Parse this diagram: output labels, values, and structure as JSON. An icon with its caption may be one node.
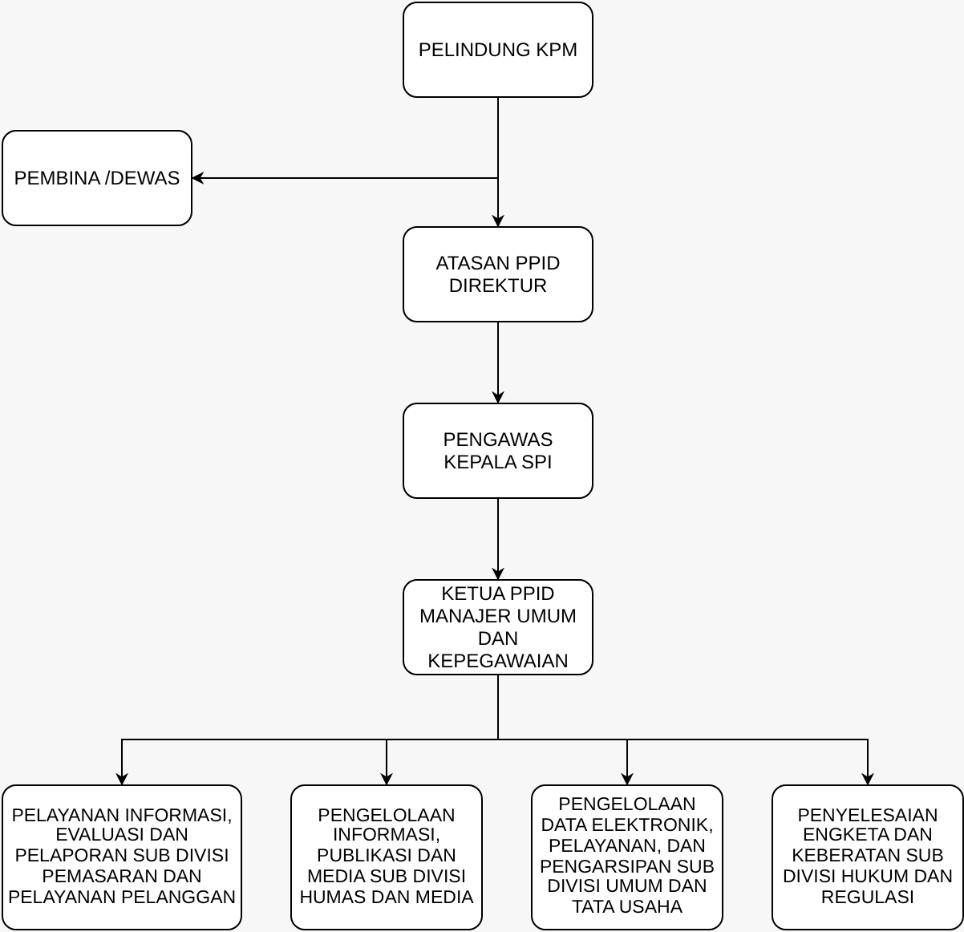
{
  "diagram": {
    "nodes": [
      {
        "text": [
          "PELINDUNG KPM"
        ]
      },
      {
        "text": [
          "PEMBINA /DEWAS"
        ]
      },
      {
        "text": [
          "ATASAN PPID DIREKTUR"
        ]
      },
      {
        "text": [
          "PENGAWAS KEPALA SPI"
        ]
      },
      {
        "text": [
          "KETUA PPID MANAJER UMUM DAN KEPEGAWAIAN"
        ]
      },
      {
        "text": [
          "PELAYANAN INFORMASI, EVALUASI DAN PELAPORAN SUB DIVISI PEMASARAN DAN PELAYANAN PELANGGAN"
        ]
      },
      {
        "text": [
          "PENGELOLAAN INFORMASI, PUBLIKASI DAN MEDIA SUB DIVISI HUMAS DAN MEDIA"
        ]
      },
      {
        "text": [
          "PENGELOLAAN DATA ELEKTRONIK, PELAYANAN, DAN PENGARSIPAN SUB DIVISI UMUM DAN TATA USAHA"
        ]
      },
      {
        "text": [
          "PENYELESAIAN ENGKETA DAN KEBERATAN SUB DIVISI HUKUM DAN REGULASI"
        ]
      }
    ],
    "edges": [
      {
        "from": 0,
        "to": 1,
        "arrow": "to"
      },
      {
        "from": 0,
        "to": 2,
        "arrow": "to"
      },
      {
        "from": 2,
        "to": 3,
        "arrow": "to"
      },
      {
        "from": 3,
        "to": 4,
        "arrow": "to"
      },
      {
        "from": 4,
        "to": 5,
        "arrow": "to"
      },
      {
        "from": 4,
        "to": 6,
        "arrow": "to"
      },
      {
        "from": 4,
        "to": 7,
        "arrow": "to"
      },
      {
        "from": 4,
        "to": 8,
        "arrow": "to"
      }
    ]
  }
}
